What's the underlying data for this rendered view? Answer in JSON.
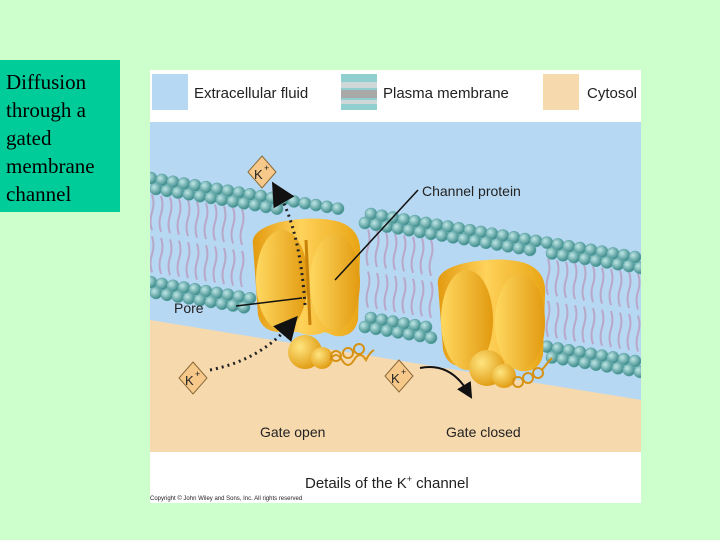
{
  "slide": {
    "title": "Diffusion through a gated membrane channel"
  },
  "legend": {
    "extracellular": "Extracellular fluid",
    "membrane": "Plasma membrane",
    "cytosol": "Cytosol"
  },
  "labels": {
    "channel_protein": "Channel protein",
    "pore": "Pore",
    "ion": "K",
    "ion_charge": "+",
    "gate_open": "Gate open",
    "gate_closed": "Gate closed",
    "caption_main": "Details of the K",
    "caption_sup": "+",
    "caption_end": " channel",
    "copyright": "Copyright © John Wiley and Sons, Inc. All rights reserved"
  },
  "colors": {
    "extracellular": "#b7d8f2",
    "cytosol": "#f7d9ae",
    "lipid_head": "#5fa8a8",
    "lipid_tail": "#b9a7c9",
    "protein": "#f4b51e",
    "protein_dark": "#d98f0c",
    "ion_fill": "#f6c98a"
  }
}
